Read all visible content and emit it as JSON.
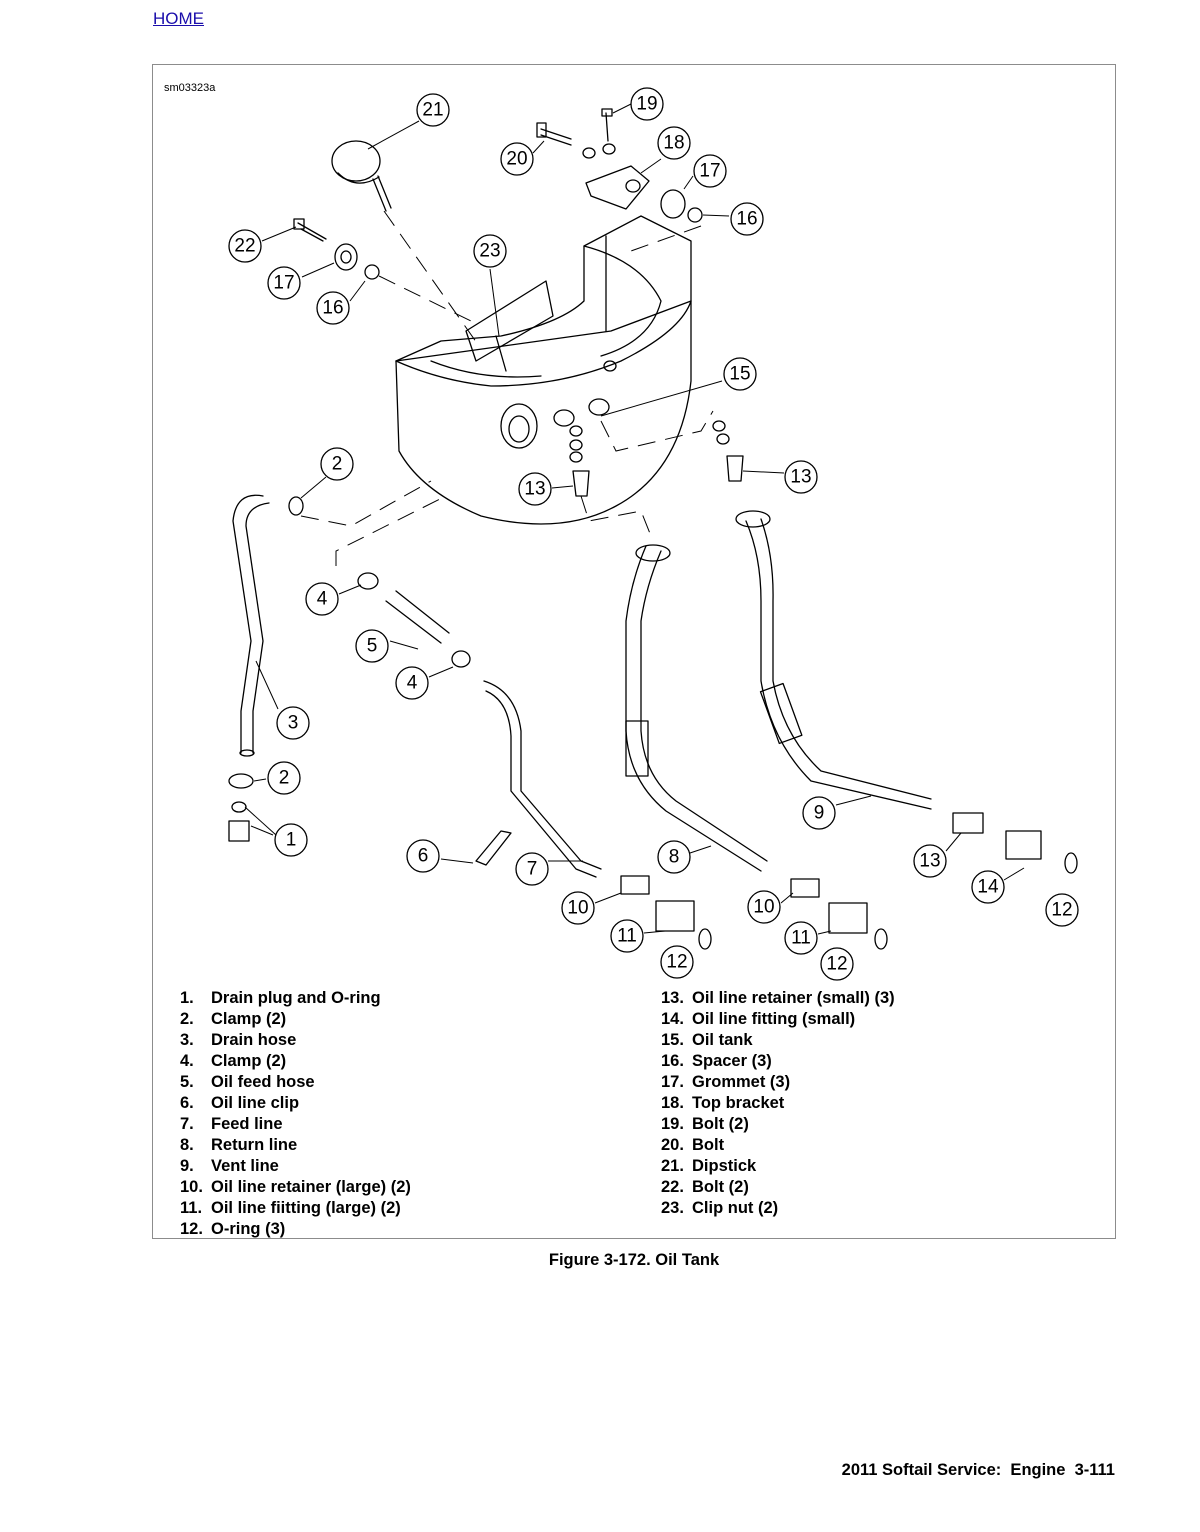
{
  "nav": {
    "home_link": "HOME"
  },
  "figure": {
    "id_code": "sm03323a",
    "caption": "Figure 3-172. Oil Tank",
    "callouts": [
      "21",
      "19",
      "20",
      "18",
      "17",
      "16",
      "22",
      "17",
      "16",
      "23",
      "15",
      "2",
      "13",
      "13",
      "4",
      "5",
      "4",
      "3",
      "2",
      "1",
      "6",
      "7",
      "8",
      "9",
      "13",
      "14",
      "12",
      "10",
      "11",
      "12",
      "10",
      "11",
      "12"
    ],
    "legend_left": [
      {
        "num": "1.",
        "text": "Drain plug and O-ring"
      },
      {
        "num": "2.",
        "text": "Clamp (2)"
      },
      {
        "num": "3.",
        "text": "Drain hose"
      },
      {
        "num": "4.",
        "text": "Clamp (2)"
      },
      {
        "num": "5.",
        "text": "Oil feed hose"
      },
      {
        "num": "6.",
        "text": "Oil line clip"
      },
      {
        "num": "7.",
        "text": "Feed line"
      },
      {
        "num": "8.",
        "text": "Return line"
      },
      {
        "num": "9.",
        "text": "Vent line"
      },
      {
        "num": "10.",
        "text": "Oil line retainer (large) (2)"
      },
      {
        "num": "11.",
        "text": "Oil line fiitting (large) (2)"
      },
      {
        "num": "12.",
        "text": "O-ring (3)"
      }
    ],
    "legend_right": [
      {
        "num": "13.",
        "text": "Oil line retainer (small) (3)"
      },
      {
        "num": "14.",
        "text": "Oil line fitting (small)"
      },
      {
        "num": "15.",
        "text": "Oil tank"
      },
      {
        "num": "16.",
        "text": "Spacer (3)"
      },
      {
        "num": "17.",
        "text": "Grommet (3)"
      },
      {
        "num": "18.",
        "text": "Top bracket"
      },
      {
        "num": "19.",
        "text": "Bolt (2)"
      },
      {
        "num": "20.",
        "text": "Bolt"
      },
      {
        "num": "21.",
        "text": "Dipstick"
      },
      {
        "num": "22.",
        "text": "Bolt (2)"
      },
      {
        "num": "23.",
        "text": "Clip nut (2)"
      }
    ]
  },
  "footer": {
    "text": "2011 Softail Service:  Engine  3-111"
  }
}
